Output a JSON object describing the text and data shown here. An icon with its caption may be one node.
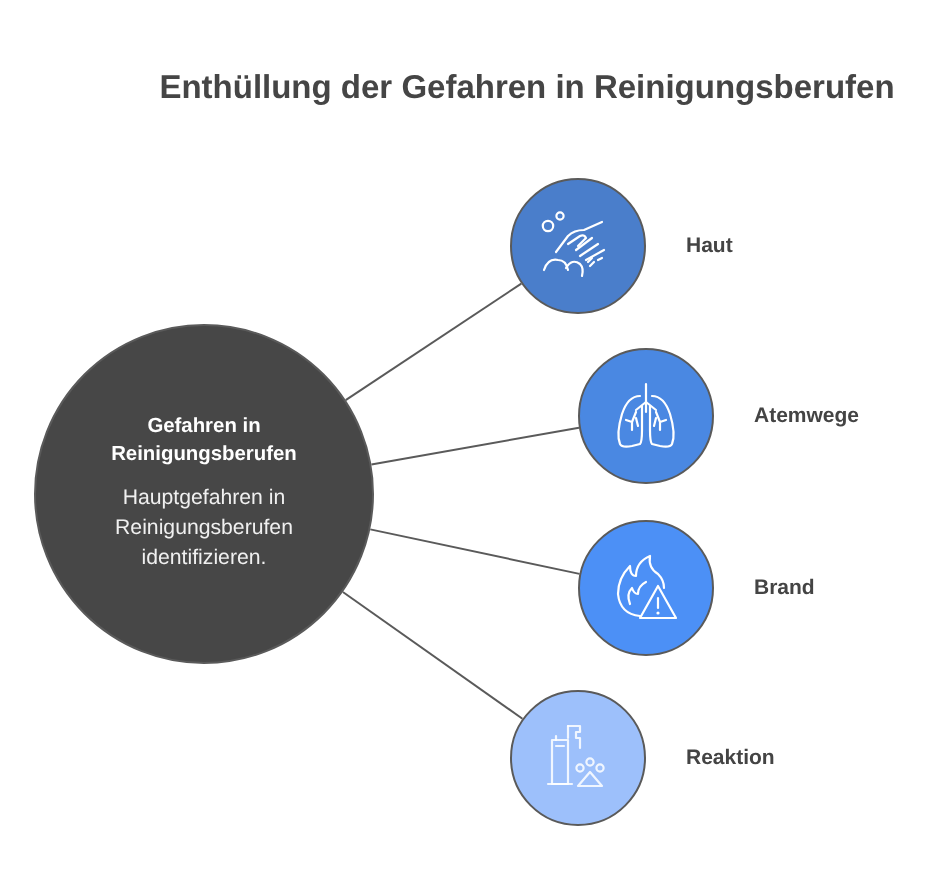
{
  "diagram": {
    "title": "Enthüllung der Gefahren in Reinigungsberufen",
    "nodes": [
      {
        "text": [
          "Gefahren in Reinigungsberufen",
          "Hauptgefahren in Reinigungsberufen identifizieren."
        ]
      },
      {
        "text": [
          "Haut"
        ]
      },
      {
        "text": [
          "Atemwege"
        ]
      },
      {
        "text": [
          "Brand"
        ]
      },
      {
        "text": [
          "Reaktion"
        ]
      }
    ],
    "edges": [
      {
        "from": 0,
        "to": 1,
        "arrow": "none"
      },
      {
        "from": 0,
        "to": 2,
        "arrow": "none"
      },
      {
        "from": 0,
        "to": 3,
        "arrow": "none"
      },
      {
        "from": 0,
        "to": 4,
        "arrow": "none"
      }
    ]
  }
}
